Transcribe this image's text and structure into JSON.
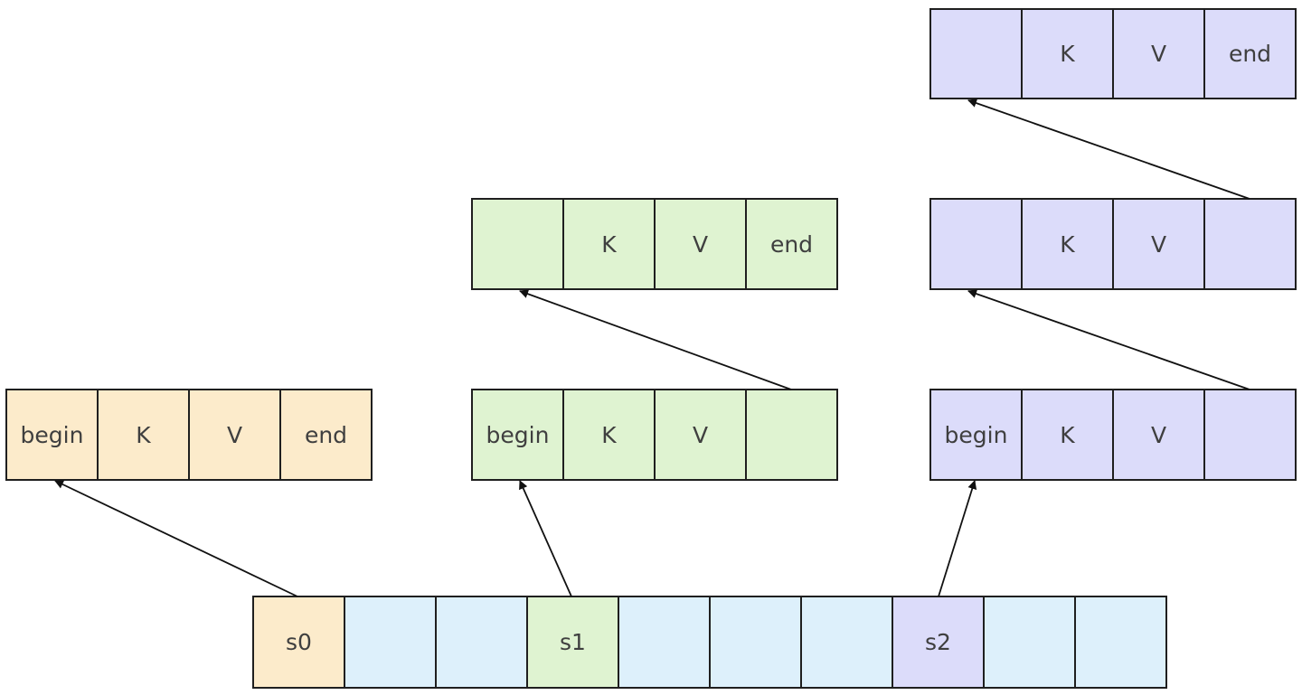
{
  "colors": {
    "orange": "#FCEBCB",
    "green": "#DFF3D1",
    "purple": "#DCDCFA",
    "blue": "#DDF0FB",
    "border": "#1F1F1F",
    "text": "#3F3F3F"
  },
  "blocks": {
    "s0_block": [
      "begin",
      "K",
      "V",
      "end"
    ],
    "s1_block_1": [
      "begin",
      "K",
      "V",
      ""
    ],
    "s1_block_2": [
      "",
      "K",
      "V",
      "end"
    ],
    "s2_block_1": [
      "begin",
      "K",
      "V",
      ""
    ],
    "s2_block_2": [
      "",
      "K",
      "V",
      ""
    ],
    "s2_block_3": [
      "",
      "K",
      "V",
      "end"
    ]
  },
  "index_row": [
    "s0",
    "",
    "",
    "s1",
    "",
    "",
    "",
    "s2",
    "",
    ""
  ]
}
